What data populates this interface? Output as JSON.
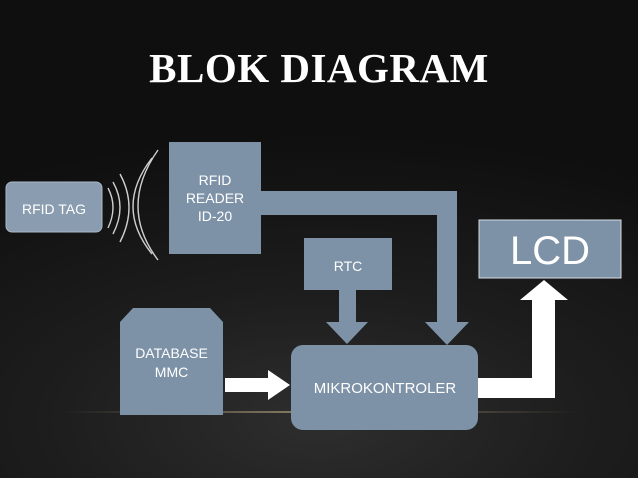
{
  "title": "BLOK DIAGRAM",
  "blocks": {
    "rfid_tag": "RFID TAG",
    "rfid_reader": [
      "RFID",
      "READER",
      "ID-20"
    ],
    "rtc": "RTC",
    "database": [
      "DATABASE",
      "MMC"
    ],
    "mikrokontroler": "MIKROKONTROLER",
    "lcd": "LCD"
  },
  "colors": {
    "block_fill": "#7e92a7",
    "tag_fill": "#8a9db0",
    "arrow_white": "#ffffff",
    "wave_stroke": "#cfcfcf"
  }
}
